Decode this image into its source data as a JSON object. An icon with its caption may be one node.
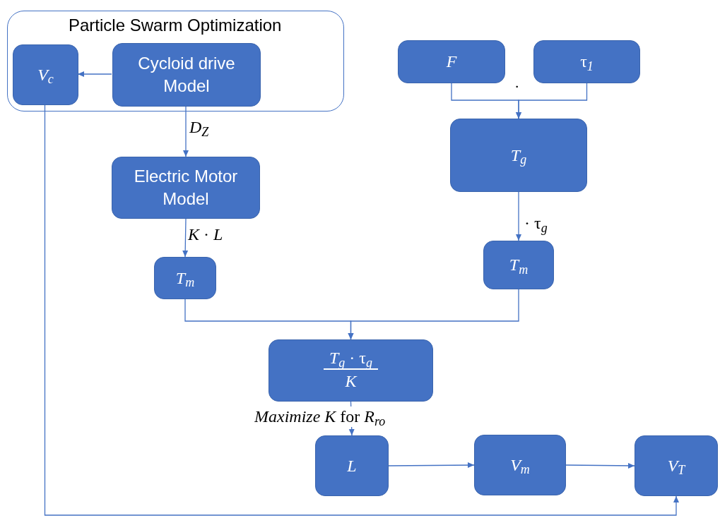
{
  "diagram": {
    "nodes": [
      {
        "text": [
          "Particle Swarm Optimization"
        ]
      },
      {
        "text": [
          "*V*$_{c}$"
        ],
        "in": 0
      },
      {
        "text": [
          "Cycloid drive Model"
        ],
        "in": 0
      },
      {
        "text": [
          "Electric Motor Model"
        ]
      },
      {
        "text": [
          "*T*$_{m}$"
        ]
      },
      {
        "text": [
          "*F*"
        ]
      },
      {
        "text": [
          "τ$_{1}$"
        ]
      },
      {
        "text": [
          "*T*$_{g}$"
        ]
      },
      {
        "text": [
          "*T*$_{m}$"
        ]
      },
      {
        "text": [
          "*T*$_{g}$ · τ$_{g}$",
          "*K*"
        ]
      },
      {
        "text": [
          "*L*"
        ]
      },
      {
        "text": [
          "*V*$_{m}$"
        ]
      },
      {
        "text": [
          "*V*$_{T}$"
        ]
      }
    ],
    "edges": [
      {
        "from": 2,
        "to": 1,
        "arrow": "to"
      },
      {
        "from": 2,
        "to": 3,
        "arrow": "to",
        "label": "*D*$_{Z}$"
      },
      {
        "from": 3,
        "to": 4,
        "arrow": "to",
        "label": "*K* · *L*"
      },
      {
        "from": 5,
        "to": 7,
        "arrow": "to"
      },
      {
        "from": 6,
        "to": 7,
        "arrow": "to"
      },
      {
        "from": 7,
        "to": 8,
        "arrow": "to",
        "label": "· τ$_{g}$"
      },
      {
        "from": 4,
        "to": 9,
        "arrow": "to"
      },
      {
        "from": 8,
        "to": 9,
        "arrow": "to"
      },
      {
        "from": 9,
        "to": 10,
        "arrow": "to",
        "label": "*Maximize K* for *R*$_{ro}$"
      },
      {
        "from": 10,
        "to": 11,
        "arrow": "to"
      },
      {
        "from": 11,
        "to": 12,
        "arrow": "to"
      },
      {
        "from": 1,
        "to": 12,
        "arrow": "to"
      }
    ],
    "labels": [
      "·"
    ]
  }
}
